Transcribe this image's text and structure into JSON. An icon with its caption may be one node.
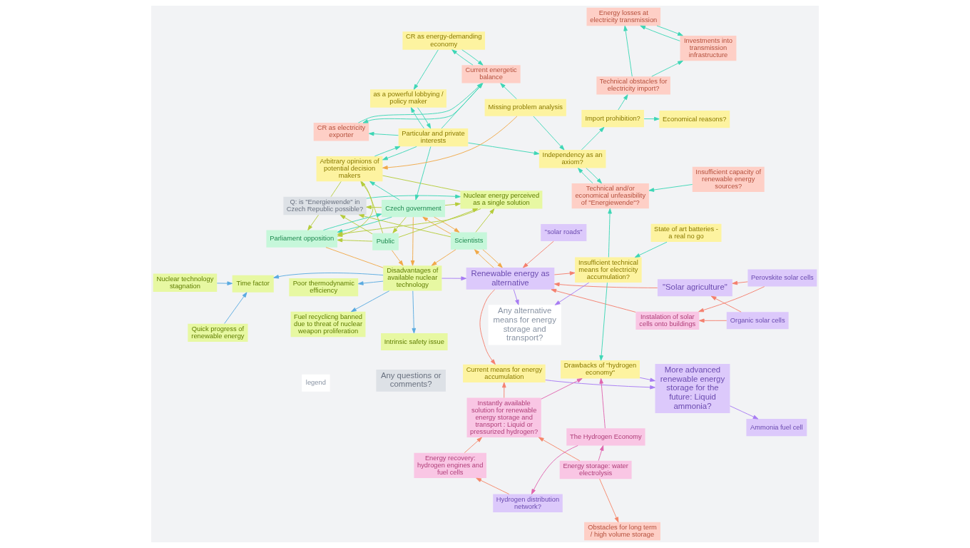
{
  "diagram": {
    "nodes": [
      {
        "text": [
          "\"solar roads\""
        ]
      },
      {
        "text": [
          "Any questions or comments?"
        ]
      },
      {
        "text": [
          "\"Solar agriculture\""
        ]
      },
      {
        "text": [
          "Renewable energy as alternative"
        ]
      },
      {
        "text": [
          "Organic solar cells"
        ]
      },
      {
        "text": [
          "Perovskite solar cells"
        ]
      },
      {
        "text": [
          "Instalation of solar cells onto buildings"
        ]
      },
      {
        "text": [
          "Scientists"
        ]
      },
      {
        "text": [
          "Q: is \"Energiewende\" in Czech Republic possible?"
        ]
      },
      {
        "text": [
          "Czech government"
        ]
      },
      {
        "text": [
          "Nuclear energy perceived as a single solution"
        ]
      },
      {
        "text": [
          "Public"
        ]
      },
      {
        "text": [
          "Disadvantages of available nuclear technology"
        ]
      },
      {
        "text": [
          "Parliament opposition"
        ]
      },
      {
        "text": [
          "Quick progress of renewable energy"
        ]
      },
      {
        "text": [
          "Time factor"
        ]
      },
      {
        "text": [
          "Nuclear technology stagnation"
        ]
      },
      {
        "text": [
          "Intrinsic safety issue"
        ]
      },
      {
        "text": [
          "Poor thermodynamic efficiency"
        ]
      },
      {
        "text": [
          "Fuel recyclicng banned due to threat of nuclear weapon proliferation"
        ]
      },
      {
        "text": [
          "Any alternative means for energy storage and transport?"
        ]
      },
      {
        "text": [
          "Particular and private interests"
        ]
      },
      {
        "text": [
          "Arbitrary opinions of potential decision makers"
        ]
      },
      {
        "text": [
          "as a powerful lobbying / policy maker"
        ]
      },
      {
        "text": [
          "Current means for energy accumulation"
        ]
      },
      {
        "text": [
          "Insufficient technical means for electricity accumulation?"
        ]
      },
      {
        "text": [
          "State of art batteries - a real no go"
        ]
      },
      {
        "text": [
          "CR as energy-demanding economy"
        ]
      },
      {
        "text": [
          "Missing problem analysis"
        ]
      },
      {
        "text": [
          "CR as electricity exporter"
        ]
      },
      {
        "text": [
          "legend"
        ]
      },
      {
        "text": [
          "Ammonia fuel cell"
        ]
      },
      {
        "text": [
          "More advanced renewable energy storage for the future: Liquid ammonia?"
        ]
      },
      {
        "text": [
          "Drawbacks of \"hydrogen economy\""
        ]
      },
      {
        "text": [
          "Independency as an axiom?"
        ]
      },
      {
        "text": [
          "Current energetic balance"
        ]
      },
      {
        "text": [
          "Obstacles for long term / high volume storage"
        ]
      },
      {
        "text": [
          "Energy storage: water electrolysis"
        ]
      },
      {
        "text": [
          "Instantly available solution for renewable energy storage and transport : Liquid or pressurized hydrogen?"
        ]
      },
      {
        "text": [
          "Technical and/or economical unfeasibility of \"Energiewende\"?"
        ]
      },
      {
        "text": [
          "Import prohibition?"
        ]
      },
      {
        "text": [
          "Economical reasons?"
        ]
      },
      {
        "text": [
          "The Hydrogen Economy"
        ]
      },
      {
        "text": [
          "Energy recovery: hydrogen engines and fuel cells"
        ]
      },
      {
        "text": [
          "Insufficient capacity of renewable energy sources?"
        ]
      },
      {
        "text": [
          "Hydrogen distribution network?"
        ]
      },
      {
        "text": [
          "Technical obstacles for electricity import?"
        ]
      },
      {
        "text": [
          "Investments into transmission infrastructure"
        ]
      },
      {
        "text": [
          "Energy losses at electricity transmission"
        ]
      }
    ],
    "edges": [
      {
        "from": 0,
        "to": 3,
        "arrow": "to",
        "color": "#f4806e"
      },
      {
        "from": 2,
        "to": 3,
        "arrow": "to",
        "color": "#f4806e"
      },
      {
        "from": 5,
        "to": 2,
        "arrow": "to",
        "color": "#f4806e"
      },
      {
        "from": 4,
        "to": 2,
        "arrow": "to",
        "color": "#f4806e"
      },
      {
        "from": 5,
        "to": 6,
        "arrow": "to",
        "color": "#f4806e"
      },
      {
        "from": 4,
        "to": 6,
        "arrow": "to",
        "color": "#f4806e"
      },
      {
        "from": 6,
        "to": 3,
        "arrow": "to",
        "color": "#f4806e"
      },
      {
        "from": 3,
        "to": 24,
        "arrow": "to",
        "color": "#f4806e"
      },
      {
        "from": 3,
        "to": 25,
        "arrow": "to",
        "color": "#f4806e"
      },
      {
        "from": 38,
        "to": 24,
        "arrow": "to",
        "color": "#f4806e"
      },
      {
        "from": 3,
        "to": 20,
        "arrow": "to",
        "color": "#a77bf3"
      },
      {
        "from": 25,
        "to": 20,
        "arrow": "to",
        "color": "#a77bf3"
      },
      {
        "from": 12,
        "to": 3,
        "arrow": "to",
        "color": "#a77bf3"
      },
      {
        "from": 24,
        "to": 32,
        "arrow": "to",
        "color": "#a77bf3"
      },
      {
        "from": 33,
        "to": 32,
        "arrow": "to",
        "color": "#a77bf3"
      },
      {
        "from": 32,
        "to": 31,
        "arrow": "to",
        "color": "#a77bf3"
      },
      {
        "from": 3,
        "to": 7,
        "arrow": "to",
        "color": "#f0a848"
      },
      {
        "from": 7,
        "to": 3,
        "arrow": "to",
        "color": "#f0a848"
      },
      {
        "from": 7,
        "to": 9,
        "arrow": "to",
        "color": "#f0a848"
      },
      {
        "from": 9,
        "to": 7,
        "arrow": "to",
        "color": "#f0a848"
      },
      {
        "from": 7,
        "to": 12,
        "arrow": "to",
        "color": "#f0a848"
      },
      {
        "from": 9,
        "to": 12,
        "arrow": "to",
        "color": "#f0a848"
      },
      {
        "from": 11,
        "to": 12,
        "arrow": "to",
        "color": "#f0a848"
      },
      {
        "from": 12,
        "to": 13,
        "arrow": "none",
        "color": "#f0a848"
      },
      {
        "from": 28,
        "to": 22,
        "arrow": "to",
        "color": "#f0a848"
      },
      {
        "from": 7,
        "to": 10,
        "arrow": "to",
        "color": "#b5cc3a"
      },
      {
        "from": 7,
        "to": 8,
        "arrow": "to",
        "color": "#b5cc3a"
      },
      {
        "from": 9,
        "to": 8,
        "arrow": "to",
        "color": "#b5cc3a"
      },
      {
        "from": 9,
        "to": 10,
        "arrow": "to",
        "color": "#b5cc3a"
      },
      {
        "from": 9,
        "to": 11,
        "arrow": "to",
        "color": "#b5cc3a"
      },
      {
        "from": 11,
        "to": 8,
        "arrow": "to",
        "color": "#b5cc3a"
      },
      {
        "from": 8,
        "to": 13,
        "arrow": "to",
        "color": "#b5cc3a"
      },
      {
        "from": 11,
        "to": 10,
        "arrow": "to",
        "color": "#b5cc3a"
      },
      {
        "from": 10,
        "to": 13,
        "arrow": "to",
        "color": "#b5cc3a"
      },
      {
        "from": 10,
        "to": 22,
        "arrow": "none",
        "color": "#b5cc3a"
      },
      {
        "from": 11,
        "to": 13,
        "arrow": "to",
        "color": "#b5cc3a"
      },
      {
        "from": 11,
        "to": 22,
        "arrow": "to",
        "color": "#b5cc3a"
      },
      {
        "from": 22,
        "to": 13,
        "arrow": "to",
        "color": "#b5cc3a"
      },
      {
        "from": 8,
        "to": 22,
        "arrow": "none",
        "color": "#b5cc3a"
      },
      {
        "from": 8,
        "to": 10,
        "arrow": "to",
        "color": "#3dd6b5"
      },
      {
        "from": 9,
        "to": 13,
        "arrow": "to",
        "color": "#3dd6b5"
      },
      {
        "from": 13,
        "to": 9,
        "arrow": "to",
        "color": "#3dd6b5"
      },
      {
        "from": 9,
        "to": 22,
        "arrow": "to",
        "color": "#3dd6b5"
      },
      {
        "from": 21,
        "to": 9,
        "arrow": "to",
        "color": "#3dd6b5"
      },
      {
        "from": 22,
        "to": 21,
        "arrow": "to",
        "color": "#3dd6b5"
      },
      {
        "from": 21,
        "to": 22,
        "arrow": "to",
        "color": "#3dd6b5"
      },
      {
        "from": 21,
        "to": 34,
        "arrow": "to",
        "color": "#3dd6b5"
      },
      {
        "from": 21,
        "to": 23,
        "arrow": "to",
        "color": "#3dd6b5"
      },
      {
        "from": 23,
        "to": 21,
        "arrow": "to",
        "color": "#3dd6b5"
      },
      {
        "from": 21,
        "to": 35,
        "arrow": "to",
        "color": "#3dd6b5"
      },
      {
        "from": 21,
        "to": 29,
        "arrow": "to",
        "color": "#3dd6b5"
      },
      {
        "from": 27,
        "to": 23,
        "arrow": "to",
        "color": "#3dd6b5"
      },
      {
        "from": 27,
        "to": 35,
        "arrow": "to",
        "color": "#3dd6b5"
      },
      {
        "from": 35,
        "to": 27,
        "arrow": "to",
        "color": "#3dd6b5"
      },
      {
        "from": 28,
        "to": 34,
        "arrow": "to",
        "color": "#3dd6b5"
      },
      {
        "from": 28,
        "to": 35,
        "arrow": "to",
        "color": "#3dd6b5"
      },
      {
        "from": 35,
        "to": 29,
        "arrow": "to",
        "color": "#3dd6b5"
      },
      {
        "from": 29,
        "to": 35,
        "arrow": "to",
        "color": "#3dd6b5"
      },
      {
        "from": 25,
        "to": 39,
        "arrow": "to",
        "color": "#3dd6b5"
      },
      {
        "from": 25,
        "to": 33,
        "arrow": "to",
        "color": "#3dd6b5"
      },
      {
        "from": 26,
        "to": 25,
        "arrow": "to",
        "color": "#3dd6b5"
      },
      {
        "from": 34,
        "to": 39,
        "arrow": "to",
        "color": "#3dd6b5"
      },
      {
        "from": 39,
        "to": 34,
        "arrow": "to",
        "color": "#3dd6b5"
      },
      {
        "from": 34,
        "to": 40,
        "arrow": "to",
        "color": "#3dd6b5"
      },
      {
        "from": 40,
        "to": 41,
        "arrow": "to",
        "color": "#3dd6b5"
      },
      {
        "from": 40,
        "to": 46,
        "arrow": "to",
        "color": "#3dd6b5"
      },
      {
        "from": 46,
        "to": 48,
        "arrow": "to",
        "color": "#3dd6b5"
      },
      {
        "from": 46,
        "to": 47,
        "arrow": "to",
        "color": "#3dd6b5"
      },
      {
        "from": 47,
        "to": 48,
        "arrow": "to",
        "color": "#3dd6b5"
      },
      {
        "from": 48,
        "to": 47,
        "arrow": "to",
        "color": "#3dd6b5"
      },
      {
        "from": 44,
        "to": 39,
        "arrow": "to",
        "color": "#3dd6b5"
      },
      {
        "from": 14,
        "to": 15,
        "arrow": "to",
        "color": "#5aaae0"
      },
      {
        "from": 12,
        "to": 15,
        "arrow": "to",
        "color": "#5aaae0"
      },
      {
        "from": 16,
        "to": 15,
        "arrow": "to",
        "color": "#5aaae0"
      },
      {
        "from": 12,
        "to": 17,
        "arrow": "to",
        "color": "#5aaae0"
      },
      {
        "from": 12,
        "to": 18,
        "arrow": "to",
        "color": "#5aaae0"
      },
      {
        "from": 12,
        "to": 19,
        "arrow": "to",
        "color": "#5aaae0"
      },
      {
        "from": 37,
        "to": 42,
        "arrow": "to",
        "color": "#e066b0"
      },
      {
        "from": 42,
        "to": 45,
        "arrow": "to",
        "color": "#e066b0"
      },
      {
        "from": 42,
        "to": 33,
        "arrow": "to",
        "color": "#e066b0"
      },
      {
        "from": 38,
        "to": 33,
        "arrow": "to",
        "color": "#e066b0"
      },
      {
        "from": 37,
        "to": 36,
        "arrow": "to",
        "color": "#f5876a"
      },
      {
        "from": 37,
        "to": 38,
        "arrow": "to",
        "color": "#f5876a"
      },
      {
        "from": 45,
        "to": 43,
        "arrow": "to",
        "color": "#f5876a"
      },
      {
        "from": 43,
        "to": 38,
        "arrow": "to",
        "color": "#f5876a"
      }
    ]
  }
}
